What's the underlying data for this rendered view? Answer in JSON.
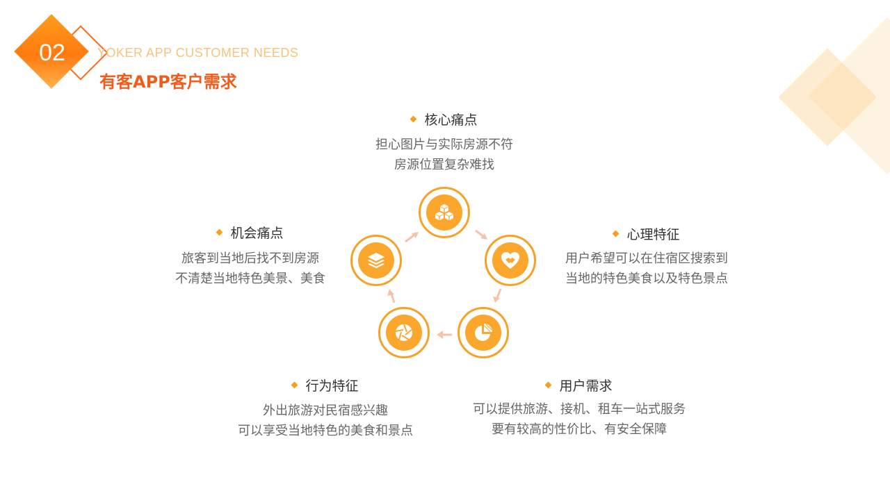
{
  "header": {
    "number": "02",
    "subtitle_en": "YOKER APP CUSTOMER NEEDS",
    "title_cn": "有客APP客户需求"
  },
  "colors": {
    "accent": "#f7a127",
    "title": "#f25c1b",
    "subtitle": "#f7c27a",
    "arrow": "#f7c3a8"
  },
  "cycle": [
    {
      "icon": "cubes-icon"
    },
    {
      "icon": "handshake-heart-icon"
    },
    {
      "icon": "pie-chart-icon"
    },
    {
      "icon": "aperture-icon"
    },
    {
      "icon": "layers-icon"
    }
  ],
  "blocks": {
    "core": {
      "title": "核心痛点",
      "lines": [
        "担心图片与实际房源不符",
        "房源位置复杂难找"
      ]
    },
    "opportunity": {
      "title": "机会痛点",
      "lines": [
        "旅客到当地后找不到房源",
        "不清楚当地特色美景、美食"
      ]
    },
    "psychology": {
      "title": "心理特征",
      "lines": [
        "用户希望可以在住宿区搜索到",
        "当地的特色美食以及特色景点"
      ]
    },
    "behavior": {
      "title": "行为特征",
      "lines": [
        "外出旅游对民宿感兴趣",
        "可以享受当地特色的美食和景点"
      ]
    },
    "needs": {
      "title": "用户需求",
      "lines": [
        "可以提供旅游、接机、租车一站式服务",
        "要有较高的性价比、有安全保障"
      ]
    }
  }
}
